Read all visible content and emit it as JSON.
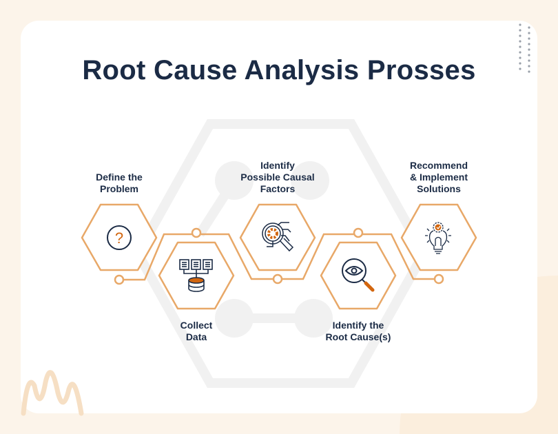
{
  "title": "Root Cause Analysis Prosses",
  "steps": [
    {
      "label": "Define the\nProblem",
      "icon": "question-mark-icon"
    },
    {
      "label": "Collect\nData",
      "icon": "database-icon"
    },
    {
      "label": "Identify\nPossible Causal\nFactors",
      "icon": "gear-magnifier-icon"
    },
    {
      "label": "Identify the\nRoot Cause(s)",
      "icon": "eye-magnifier-icon"
    },
    {
      "label": "Recommend\n& Implement\nSolutions",
      "icon": "lightbulb-gear-icon"
    }
  ],
  "colors": {
    "accent": "#e8a868",
    "orange": "#d2660f",
    "navy": "#1b2b45",
    "bg": "#fcf4ea"
  }
}
